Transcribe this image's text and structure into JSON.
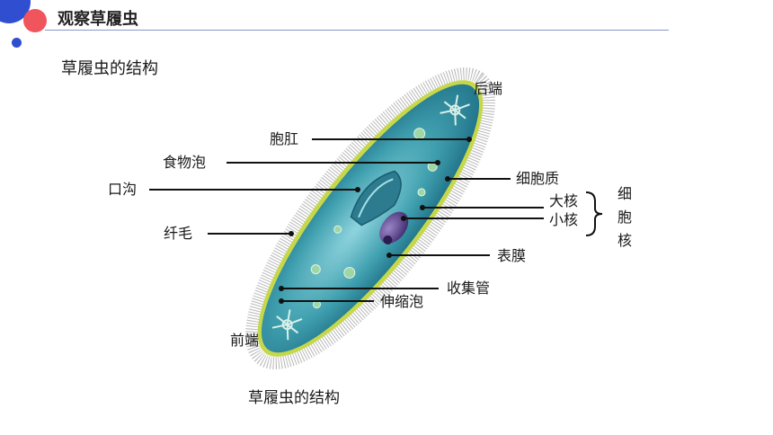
{
  "header": {
    "title": "观察草履虫"
  },
  "section": {
    "subtitle": "草履虫的结构"
  },
  "diagram": {
    "labels": {
      "rear_end": "后端",
      "anal_pore": "胞肛",
      "food_vacuole": "食物泡",
      "oral_groove": "口沟",
      "cytoplasm": "细胞质",
      "macronucleus": "大核",
      "micronucleus": "小核",
      "cilia": "纤毛",
      "pellicle": "表膜",
      "collecting_canal": "收集管",
      "contractile_vacuole": "伸缩泡",
      "front_end": "前端"
    },
    "nucleus_group": {
      "chars": [
        "细",
        "胞",
        "核"
      ]
    },
    "caption": "草履虫的结构"
  },
  "colors": {
    "accent_red": "#f0545c",
    "accent_blue": "#2f4fd0",
    "rule": "#8a97c8",
    "body_fill": "#3f9fae",
    "membrane": "#c6d84a",
    "cilia": "#b9b9b9",
    "nucleus": "#5a3f8c"
  }
}
